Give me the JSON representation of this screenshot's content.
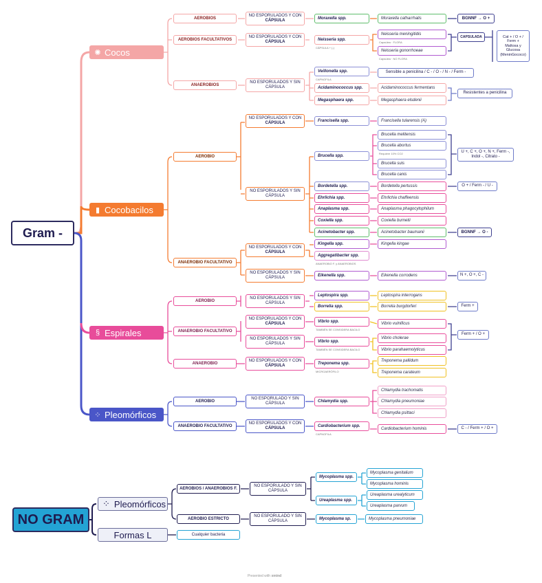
{
  "gram_neg": {
    "root": "Gram -",
    "cocos": {
      "label": "Cocos",
      "aerobios": "AEROBIOS",
      "aer_fac": "AEROBIOS FACULTATIVOS",
      "anaerobios": "ANAEROBIOS",
      "nep_cap_1": "NO ESPORULADOS Y CON",
      "nep_cap_2": "CÁPSULA",
      "nep_sin_1": "NO ESPORULADOS Y SIN",
      "nep_sin_2": "CÁPSULA",
      "moraxella_g": "Moraxella spp.",
      "moraxella_s": "Moraxella catharrhalis",
      "moraxella_r": "BGNNF  →  O +",
      "neisseria_g": "Neisseria spp.",
      "neisseria_note": "CÁPSULA + (-)",
      "n_mening": "Neisseria meningitidis",
      "n_mening_note": "Capsúlea · FLORA",
      "n_gono": "Neisseria gonorrhoeae",
      "n_gono_note": "Capsúlea · NO FLORA",
      "capsulada": "CAPSULADA",
      "neis_res_1": "Cat + / O + /",
      "neis_res_2": "Ferm +",
      "neis_res_3": "Maltosa y",
      "neis_res_4": "Glucosa",
      "neis_res_5": "(MeninGococo)",
      "veillonella_g": "Veillonella spp.",
      "veillonella_note": "CAPNOFILA",
      "veillonella_r": "Sensible a penicilina / C - / O - / N - / Ferm -",
      "acidamino_g": "Acidaminococcus spp.",
      "acidamino_s": "Acidaminococcus fermentans",
      "megasph_g": "Megasphaera spp.",
      "megasph_s": "Megasphaera elsdenii",
      "resist": "Resistentes a penicilina"
    },
    "cocobacilos": {
      "label": "Cocobacilos",
      "aerobio": "AEROBIO",
      "anaerobio_fac": "ANAEROBIO FACULTATIVO",
      "nep_cap_1": "NO ESPORULADOS Y CON",
      "nep_cap_2": "CÁPSULA",
      "nep_sin_1": "NO ESPORULADOS Y SIN",
      "nep_sin_2": "CÁPSULA",
      "francisella_g": "Francisella spp.",
      "francisella_s": "Francisella tularensis (A)",
      "brucella_g": "Brucella spp.",
      "b_melit": "Brucella melitensis",
      "b_abortus": "Brucella abortus",
      "b_abortus_note": "Requiere 10% CO2",
      "b_suis": "Brucella suis",
      "b_canis": "Brucella canis",
      "brucella_r_1": "U +, C +, O +, N +, Ferm -,",
      "brucella_r_2": "Indol -, Citrato -",
      "bordetella_g": "Bordetella spp.",
      "bordetella_s": "Bordetella pertussis",
      "bordetella_r": "O + / Ferm - / U -",
      "ehrlichia_g": "Ehrlichia spp.",
      "ehrlichia_s": "Ehrlichia chaffeensis",
      "anaplasma_g": "Anaplasma spp.",
      "anaplasma_s": "Anaplasma phagocytophilum",
      "coxiella_g": "Coxiella spp.",
      "coxiella_s": "Coxiella burnetii",
      "acinet_g": "Acinetobacter spp.",
      "acinet_s": "Acinetobacter baumanii",
      "acinet_r": "BGNNF → O -",
      "kingella_g": "Kingella spp.",
      "kingella_s": "Kingella kingae",
      "aggreg_g": "Aggregatibacter spp.",
      "aggreg_note": "ANAEROBIO F. y ANAEROBIOS",
      "eikenella_g": "Eikenella spp.",
      "eikenella_s": "Eikenella corrodens",
      "eikenella_r": "N +, O +, C -"
    },
    "espirales": {
      "label": "Espirales",
      "aerobio": "AEROBIO",
      "anaerobio_fac": "ANAEROBIO FACULTATIVO",
      "anaerobio": "ANAEROBIO",
      "nep_sin_1": "NO ESPORULADOS Y SIN",
      "nep_sin_2": "CÁPSULA",
      "nep_cap_1": "NO ESPORULADOS Y CON",
      "nep_cap_2": "CÁPSULA",
      "leptospira_g": "Leptospira spp.",
      "leptospira_s": "Leptospira interrogans",
      "borrelia_g": "Borrelia spp.",
      "borrelia_s": "Borrelia burgdorferi",
      "ferm_plus": "Ferm +",
      "vibrio_g": "Vibrio spp.",
      "vibrio_note": "TAMBIÉN SE CONSIDERA BACILO",
      "v_vulnif": "Vibrio vulnificus",
      "v_cholerae": "Vibrio cholerae",
      "v_parahaem": "Vibrio parahaemolyticus",
      "ferm_o_plus": "Ferm + / O +",
      "treponema_g": "Treponema spp.",
      "treponema_note": "MICROAERÓFILO",
      "t_pallidum": "Treponema pallidum",
      "t_carateum": "Treponema carateum"
    },
    "pleomorficos": {
      "label": "Pleomórficos",
      "aerobio": "AEROBIO",
      "anaerobio_fac": "ANAEROBIO FACULTATIVO",
      "nep_sin_1": "NO ESPORULADO Y SIN",
      "nep_sin_2": "CÁPSULA",
      "nep_cap_1": "NO ESPORULADOS Y CON",
      "nep_cap_2": "CÁPSULA",
      "chlamydia_g": "Chlamydia spp.",
      "c_trach": "Chlamydia trachomatis",
      "c_pneum": "Chlamydia pneumoniae",
      "c_psitt": "Chlamydia psittaci",
      "cardio_g": "Cardiobacterium spp.",
      "cardio_note": "CAPNOFILA",
      "cardio_s": "Cardiobacterium hominis",
      "cardio_r": "C - / Ferm + / O +"
    }
  },
  "no_gram": {
    "root": "NO GRAM",
    "pleo": "Pleomórficos",
    "formas": "Formas L",
    "aer_anaer": "AEROBIOS / ANAEROBIOS F.",
    "aer_estricto": "AEROBIO ESTRICTO",
    "nep_sin_1": "NO ESPORULADO Y SIN",
    "nep_sin_2": "CÁPSULA",
    "myco_g": "Mycoplasma spp.",
    "m_genit": "Mycoplasma genitalium",
    "m_hominis": "Mycoplasma hominis",
    "urea_g": "Ureaplasma spp.",
    "u_urea": "Ureaplasma urealyticum",
    "u_parvum": "Ureaplasma parvum",
    "myco2_g": "Mycoplasma sp.",
    "m_pneum": "Mycoplasma pneumoniae",
    "cualquier": "Cualquier bacteria"
  },
  "footer": {
    "presented": "Presented with",
    "brand": "xmind"
  },
  "colors": {
    "cocos": "#f4a6a6",
    "cocobacilos": "#f47b30",
    "espirales": "#e84c9a",
    "pleo": "#4a56c8",
    "navy": "#1e1b4f",
    "no_gram": "#23a3d4"
  },
  "icons": [
    "virus-icon",
    "bacillus-icon",
    "spiral-icon",
    "pleomorphic-icon"
  ]
}
